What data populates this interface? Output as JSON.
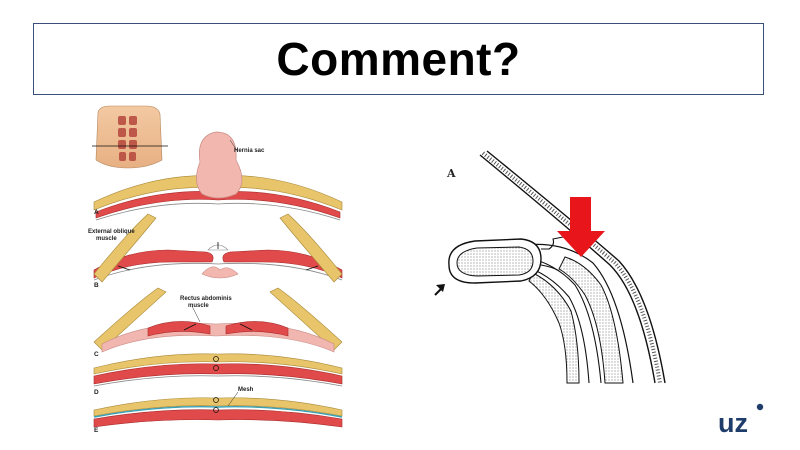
{
  "slide": {
    "title": "Comment?"
  },
  "left_figure": {
    "labels": {
      "hernia_sac": "Hernia sac",
      "external_oblique": "External oblique",
      "external_oblique_2": "muscle",
      "rectus_abdominis": "Rectus abdominis",
      "rectus_abdominis_2": "muscle",
      "mesh": "Mesh"
    },
    "steps": [
      "A",
      "B",
      "C",
      "D",
      "E"
    ]
  },
  "right_figure": {
    "panel_label": "A",
    "arrow_color": "#e8161b"
  },
  "logo": {
    "text": "uz",
    "color": "#1f3d6b"
  }
}
